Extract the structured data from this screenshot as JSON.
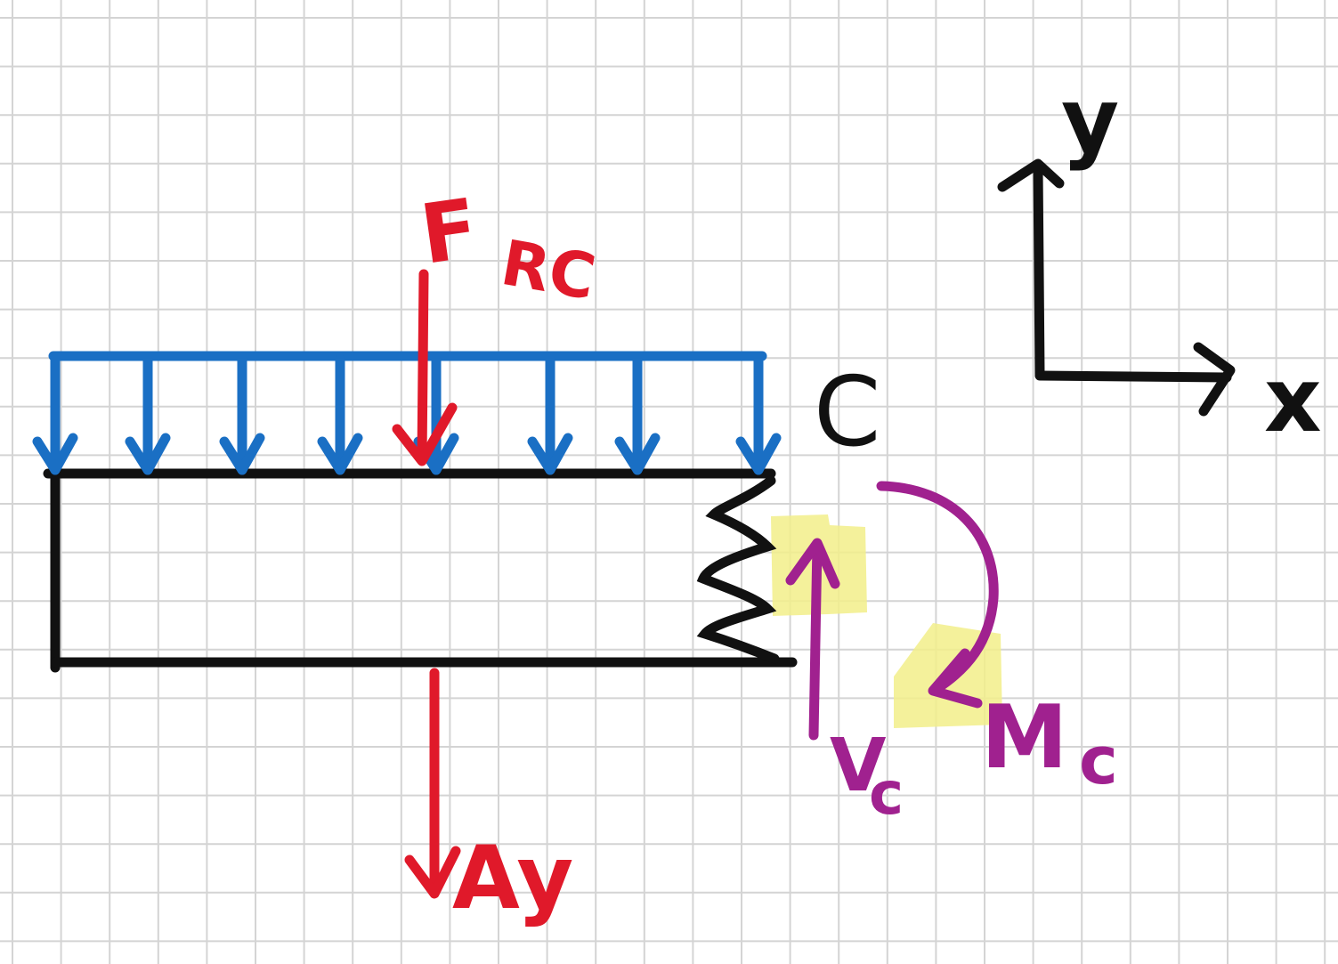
{
  "diagram": {
    "labels": {
      "resultant_force": "F",
      "resultant_force_sub": "RC",
      "section_point": "C",
      "support_reaction": "Ay",
      "shear_force": "V",
      "shear_force_sub": "c",
      "moment": "M",
      "moment_sub": "c",
      "axis_y": "y",
      "axis_x": "x"
    },
    "colors": {
      "grid": "#d4d4d4",
      "beam": "#111111",
      "distributed_load": "#1a6fc4",
      "red_force": "#e0192a",
      "internal": "#a0218f",
      "highlight": "#f2ee8a"
    },
    "icons": {
      "distributed_load": "down-arrow-row",
      "cut_section": "zigzag-break",
      "moment": "curved-arrow-clockwise"
    }
  }
}
